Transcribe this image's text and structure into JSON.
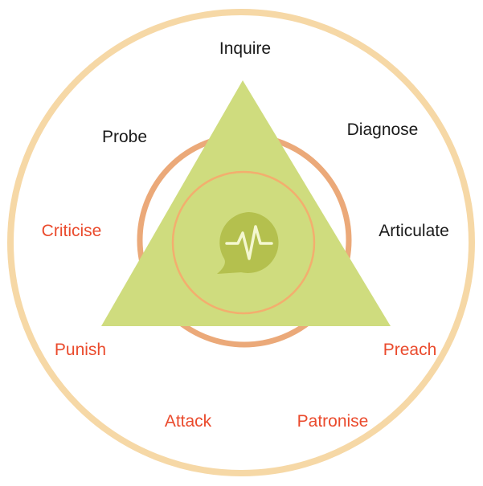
{
  "colors": {
    "outer_ring": "#f6d8a6",
    "inner_ring": "#eba979",
    "center_ring": "#f3ae6e",
    "triangle": "#cfdc7e",
    "bubble": "#b4c04e",
    "pulse": "#f4f7d0",
    "positive_text": "#1a1a1a",
    "negative_text": "#ea4a2c"
  },
  "icons": {
    "center": "pulse-speech-bubble-icon"
  },
  "labels": {
    "positive": [
      "Inquire",
      "Probe",
      "Diagnose",
      "Articulate"
    ],
    "negative": [
      "Criticise",
      "Punish",
      "Preach",
      "Attack",
      "Patronise"
    ]
  }
}
